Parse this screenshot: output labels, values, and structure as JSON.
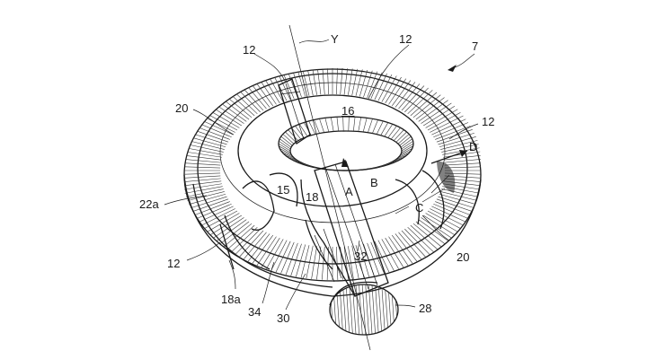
{
  "figure": {
    "reference_numeral": "7",
    "labels": {
      "axis": "Y",
      "top_left_12": "12",
      "top_right_12": "12",
      "right_12": "12",
      "left_12": "12",
      "left_20": "20",
      "right_20": "20",
      "center_16": "16",
      "center_15": "15",
      "center_18": "18",
      "letter_A": "A",
      "letter_B": "B",
      "letter_C": "C",
      "letter_D": "D",
      "label_22a": "22a",
      "label_18a": "18a",
      "label_34": "34",
      "label_30": "30",
      "label_32": "32",
      "label_28": "28"
    }
  }
}
